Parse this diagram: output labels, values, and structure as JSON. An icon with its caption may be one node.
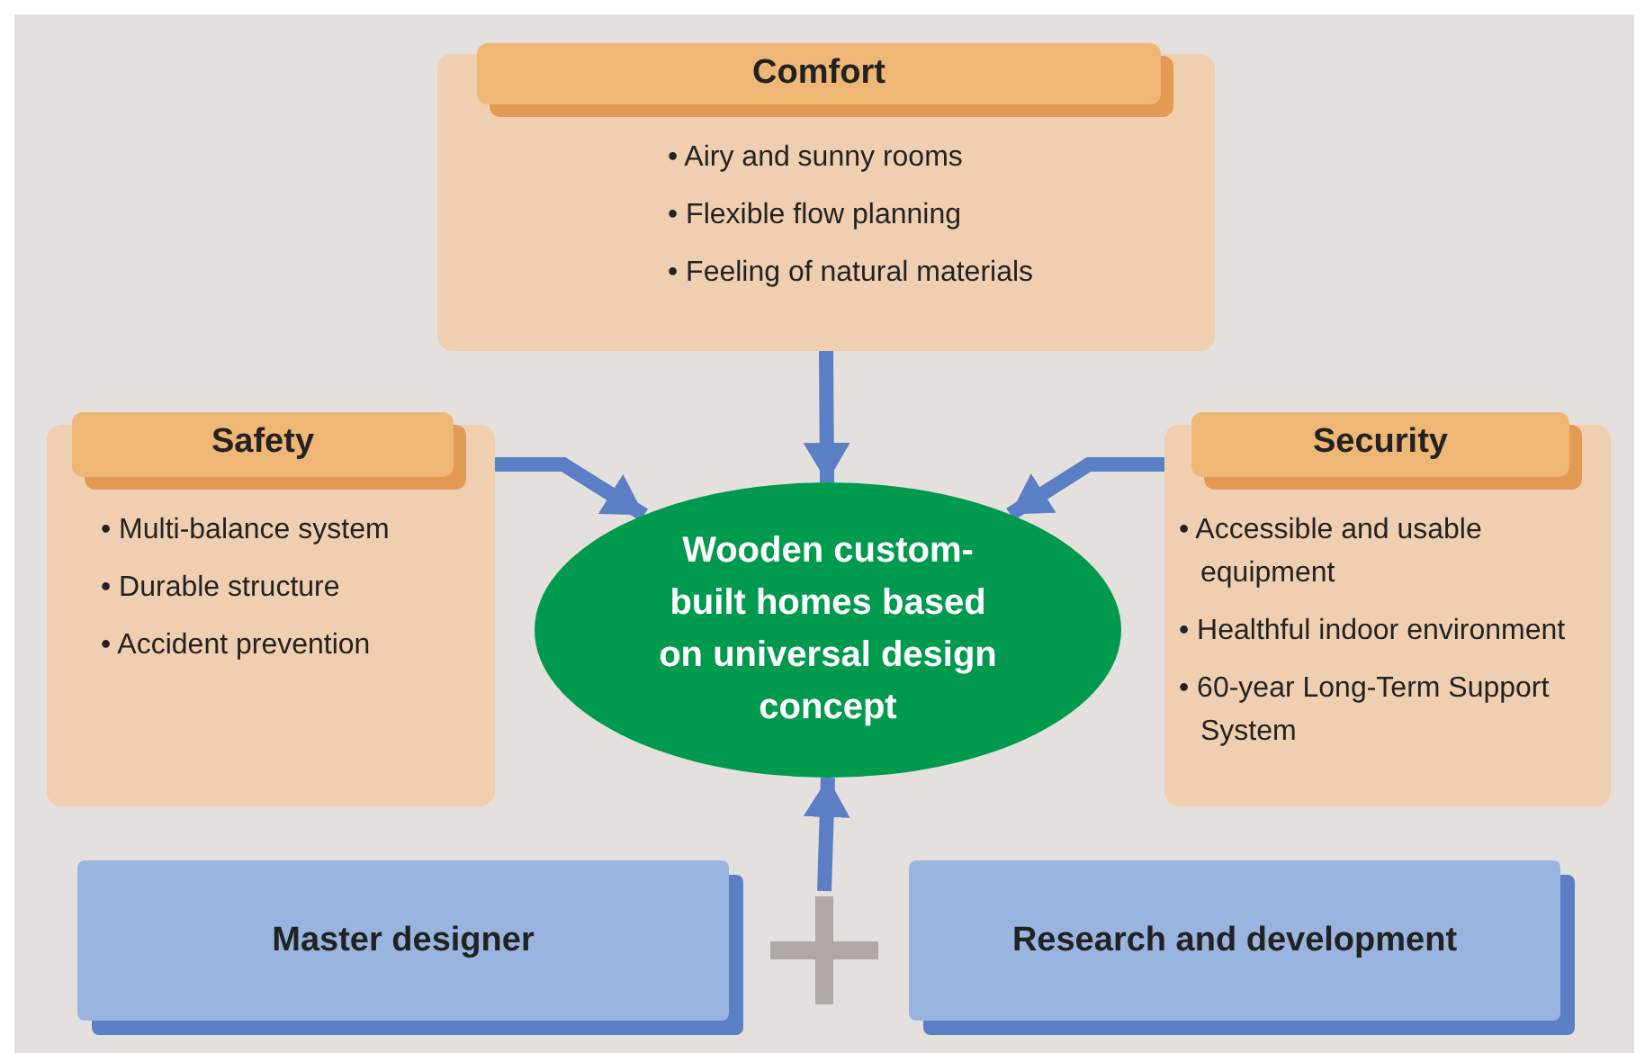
{
  "diagram": {
    "nodes": [
      {
        "text": [
          "Comfort",
          "• Airy and sunny rooms",
          "• Flexible flow planning",
          "• Feeling of natural materials"
        ]
      },
      {
        "text": [
          "Safety",
          "• Multi-balance system",
          "• Durable structure",
          "• Accident prevention"
        ]
      },
      {
        "text": [
          "Security",
          "• Accessible and usable equipment",
          "• Healthful indoor environment",
          "• 60-year Long-Term Support System"
        ]
      },
      {
        "text": [
          "Wooden custom-built homes based on universal design concept"
        ]
      },
      {
        "text": [
          "Master designer"
        ]
      },
      {
        "text": [
          "Research and development"
        ]
      },
      {
        "text": [],
        "shape": "plus"
      }
    ],
    "edges": [
      {
        "from": 0,
        "to": 3,
        "arrow": "to"
      },
      {
        "from": 1,
        "to": 3,
        "arrow": "to"
      },
      {
        "from": 2,
        "to": 3,
        "arrow": "to"
      },
      {
        "from": 6,
        "to": 3,
        "arrow": "to"
      }
    ]
  }
}
